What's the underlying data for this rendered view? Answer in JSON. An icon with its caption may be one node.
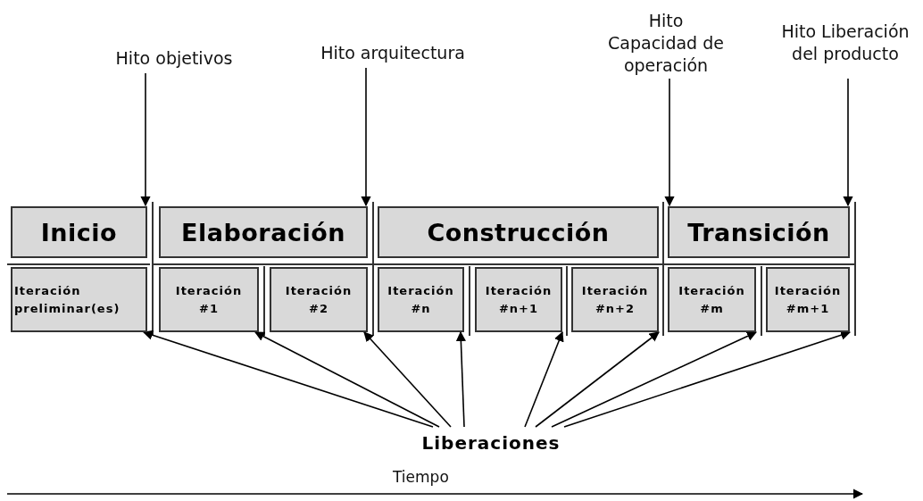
{
  "diagram": {
    "nodes": [
      {
        "text": [
          "Hito objetivos"
        ]
      },
      {
        "text": [
          "Hito arquitectura"
        ]
      },
      {
        "text": [
          "Hito Capacidad de operación"
        ]
      },
      {
        "text": [
          "Hito Liberación del producto"
        ]
      },
      {
        "text": [
          "Inicio"
        ]
      },
      {
        "text": [
          "Elaboración"
        ]
      },
      {
        "text": [
          "Construcción"
        ]
      },
      {
        "text": [
          "Transición"
        ]
      },
      {
        "text": [
          "Iteración preliminar(es)"
        ]
      },
      {
        "text": [
          "Iteración #1"
        ]
      },
      {
        "text": [
          "Iteración #2"
        ]
      },
      {
        "text": [
          "Iteración #n"
        ]
      },
      {
        "text": [
          "Iteración #n+1"
        ]
      },
      {
        "text": [
          "Iteración #n+2"
        ]
      },
      {
        "text": [
          "Iteración #m"
        ]
      },
      {
        "text": [
          "Iteración #m+1"
        ]
      },
      {
        "text": [
          "Liberaciones"
        ]
      }
    ],
    "edges": [
      {
        "from": 0,
        "to": 4,
        "arrow": "to"
      },
      {
        "from": 1,
        "to": 5,
        "arrow": "to"
      },
      {
        "from": 2,
        "to": 7,
        "arrow": "to"
      },
      {
        "from": 3,
        "to": 7,
        "arrow": "to"
      },
      {
        "from": 16,
        "to": 8,
        "arrow": "to"
      },
      {
        "from": 16,
        "to": 9,
        "arrow": "to"
      },
      {
        "from": 16,
        "to": 10,
        "arrow": "to"
      },
      {
        "from": 16,
        "to": 11,
        "arrow": "to"
      },
      {
        "from": 16,
        "to": 12,
        "arrow": "to"
      },
      {
        "from": 16,
        "to": 13,
        "arrow": "to"
      },
      {
        "from": 16,
        "to": 14,
        "arrow": "to"
      },
      {
        "from": 16,
        "to": 15,
        "arrow": "to"
      }
    ],
    "labels": [
      "Tiempo"
    ]
  }
}
